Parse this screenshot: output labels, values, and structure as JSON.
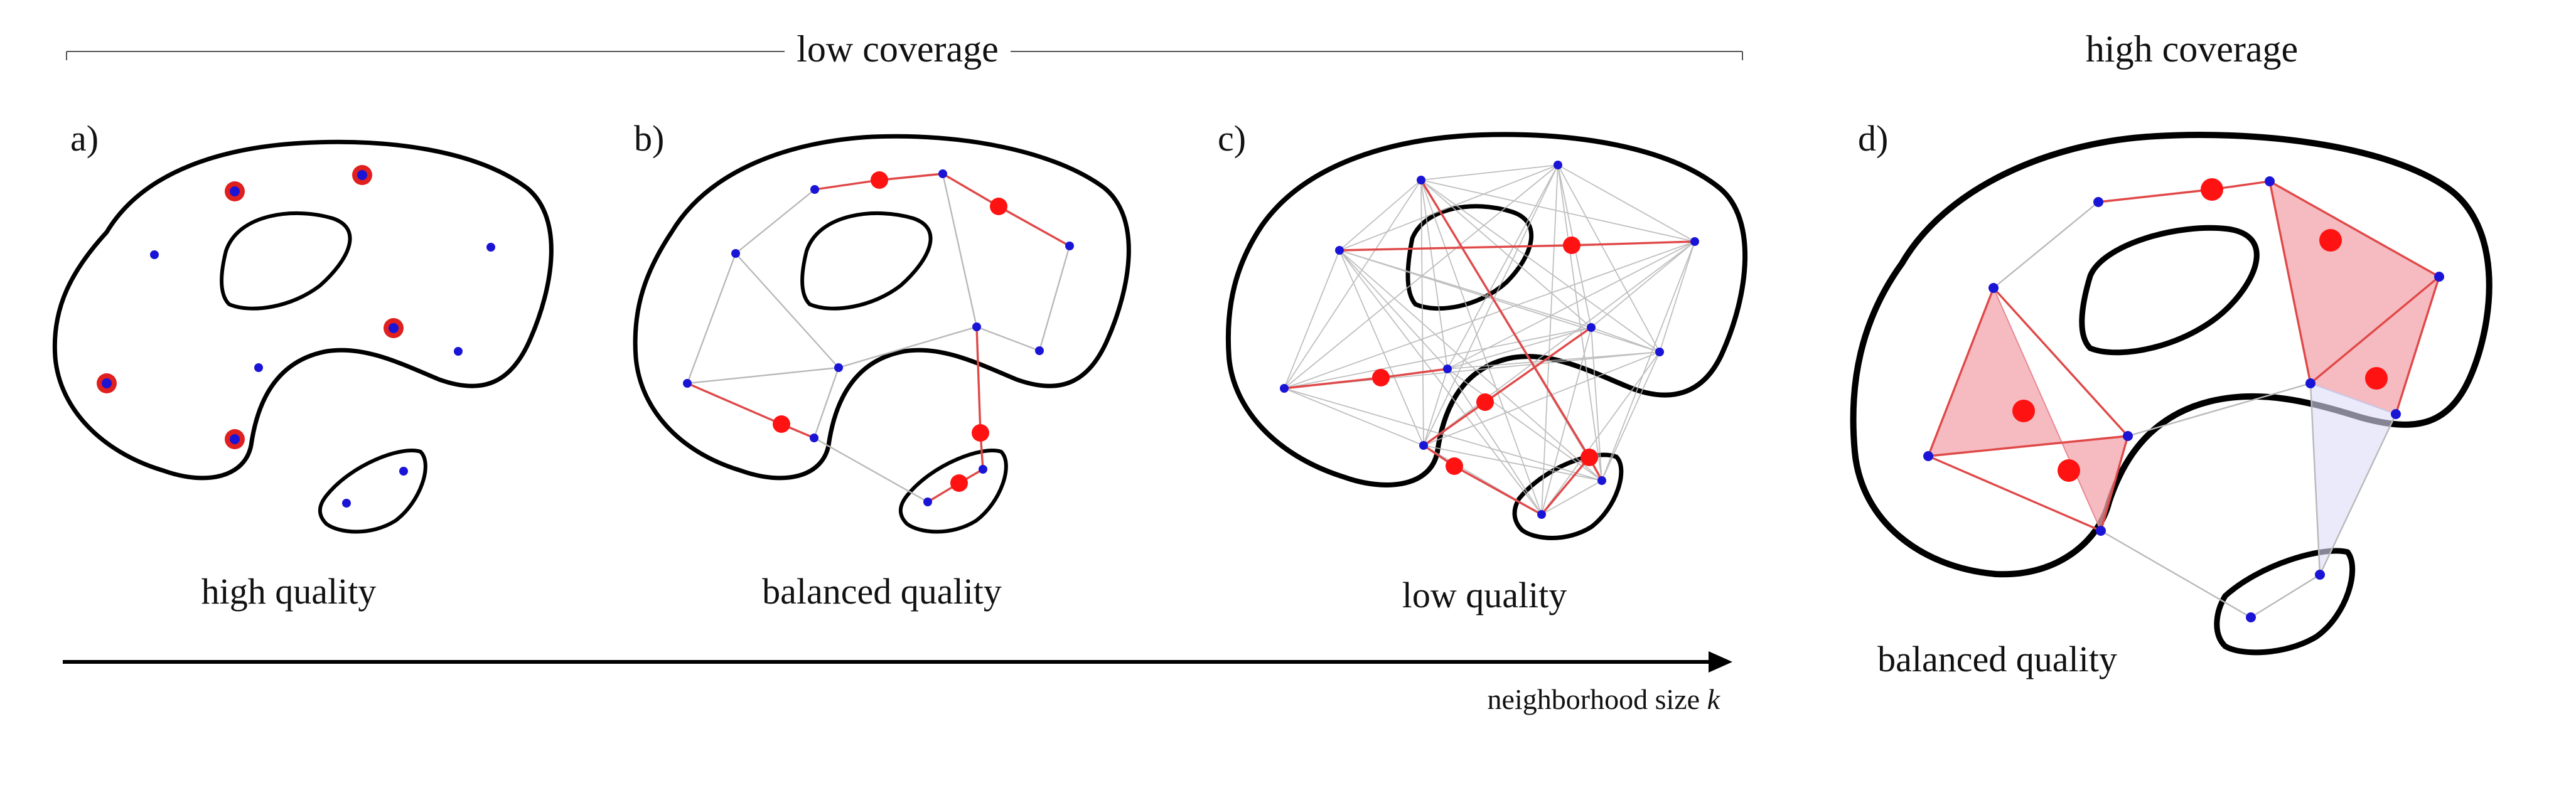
{
  "header": {
    "low_coverage": "low coverage",
    "high_coverage": "high coverage"
  },
  "panels": [
    {
      "letter": "a)",
      "quality": "high quality"
    },
    {
      "letter": "b)",
      "quality": "balanced quality"
    },
    {
      "letter": "c)",
      "quality": "low quality"
    },
    {
      "letter": "d)",
      "quality": "balanced quality"
    }
  ],
  "axis": {
    "label_prefix": "neighborhood size ",
    "label_variable": "k"
  },
  "colors": {
    "sample_points": "#1a14d6",
    "landmarks": "#ff1212",
    "red_edges": "#e04848",
    "gray_edges": "#b9b9b9",
    "simplex_fill": "#f1a4ab",
    "outline": "#000000"
  }
}
